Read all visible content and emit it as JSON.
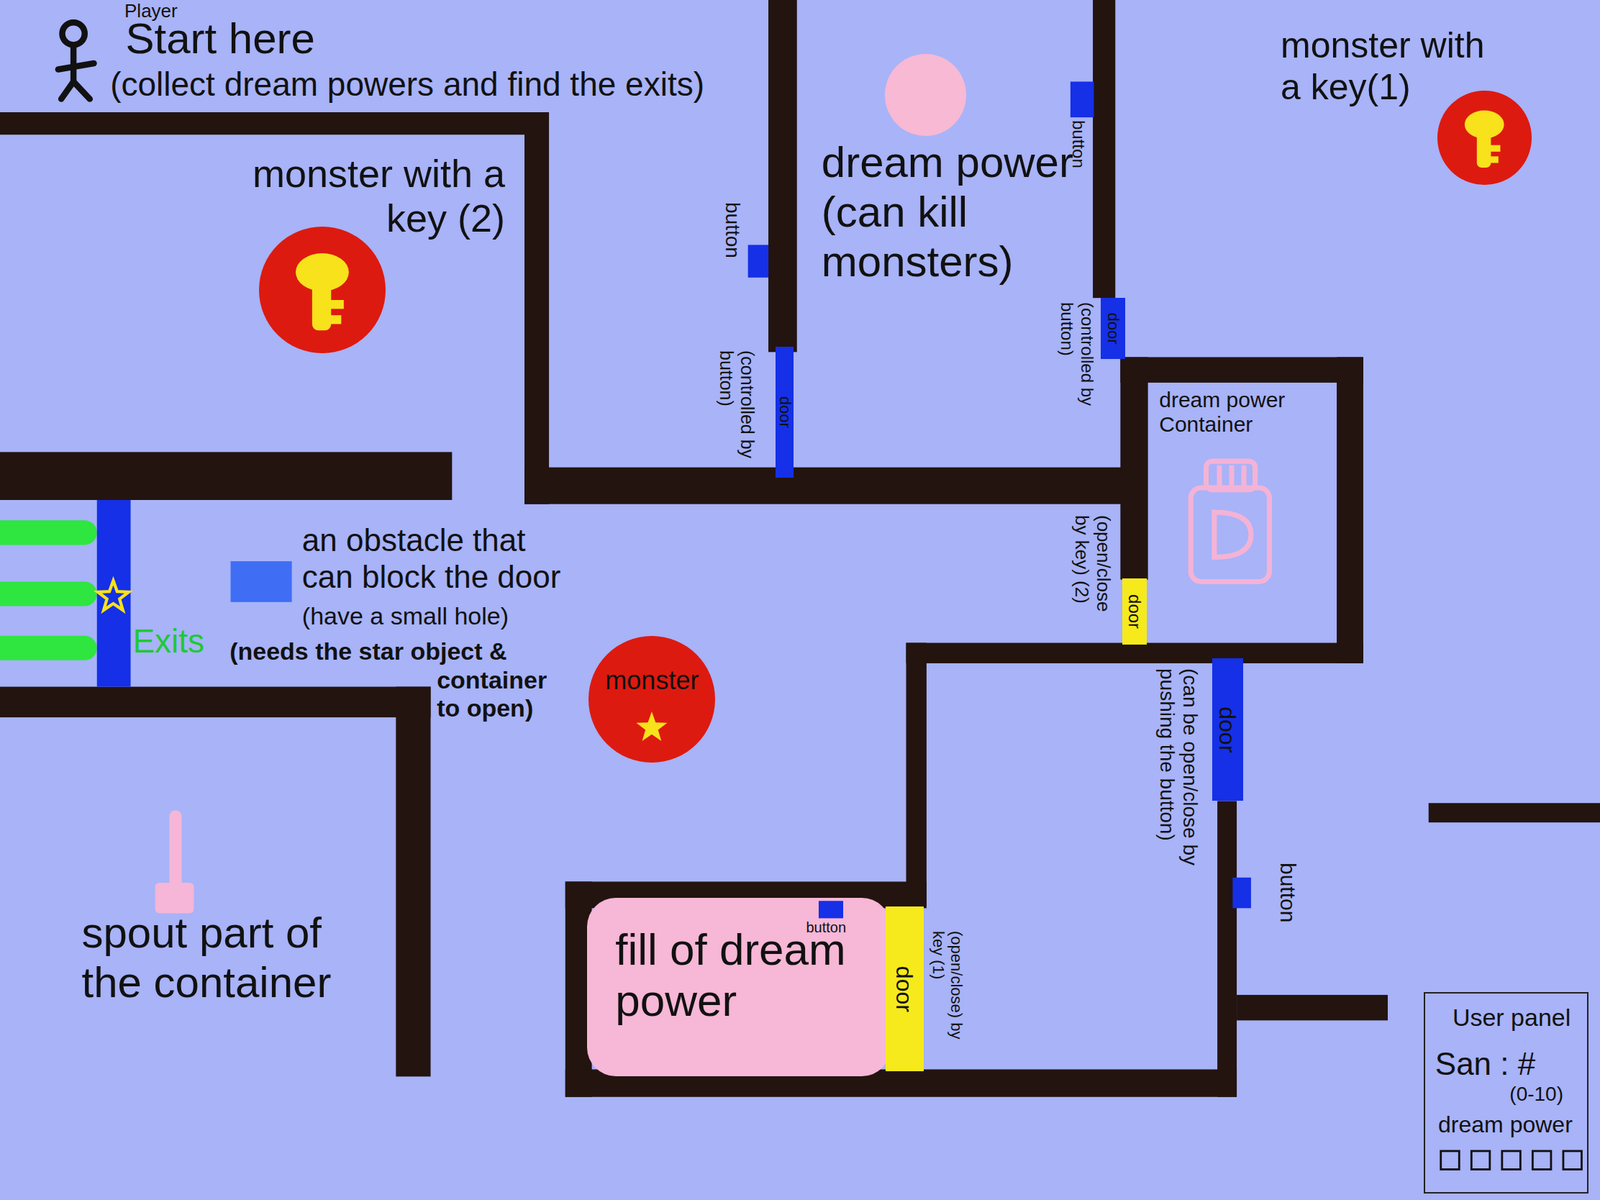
{
  "diagram": {
    "nodes": [
      {
        "text": [
          "monster with a key (2)"
        ]
      },
      {
        "text": [
          "dream power (can kill monsters)"
        ]
      },
      {
        "text": [
          "monster with a key(1)"
        ]
      },
      {
        "text": [
          "door"
        ]
      },
      {
        "text": [
          "door"
        ]
      },
      {
        "text": [
          "door"
        ]
      },
      {
        "text": [
          "monster"
        ]
      },
      {
        "text": [
          "door"
        ]
      },
      {
        "text": [
          "fill of dream power"
        ]
      },
      {
        "text": [
          "door"
        ]
      },
      {
        "text": [
          "User panel",
          "San : #",
          "(0-10)",
          "dream power"
        ]
      }
    ],
    "labels": [
      "Player",
      "Start here",
      "(collect dream powers and find the exits)",
      "button",
      "button",
      "(controlled by button)",
      "(controlled by button)",
      "dream power Container",
      "(open/close by key) (2)",
      "an obstacle that can block the door",
      "(have a small hole)",
      "Exits",
      "(needs the star object & container to open)",
      "(can be open/close by pushing the button)",
      "button",
      "(open/close) by key (1)",
      "button",
      "spout part of the container"
    ]
  }
}
